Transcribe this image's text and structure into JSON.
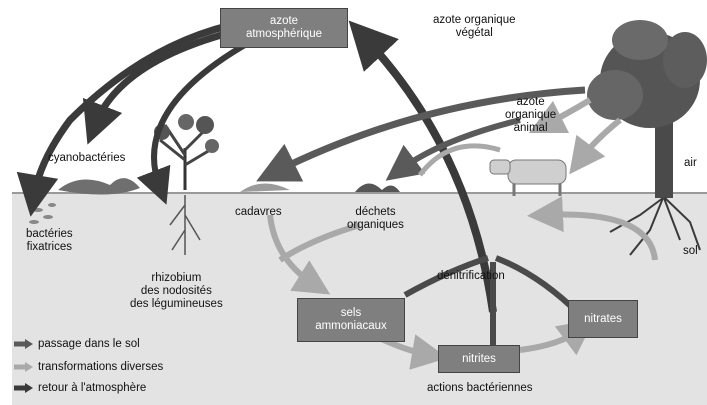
{
  "colors": {
    "sky": "#ffffff",
    "soil": "#e3e3e3",
    "box": "#7f7f7f",
    "arrow_dark": "#3a3a3a",
    "arrow_mid": "#5a5a5a",
    "arrow_light": "#a9a9a9",
    "tree": "#4a4a4a"
  },
  "boxes": {
    "atm": [
      "azote",
      "atmosphérique"
    ],
    "sels": [
      "sels",
      "ammoniacaux"
    ],
    "nitrites": "nitrites",
    "nitrates": "nitrates"
  },
  "labels": {
    "veg": [
      "azote organique",
      "végétal"
    ],
    "animal": [
      "azote",
      "organique",
      "animal"
    ],
    "air": "air",
    "sol": "sol",
    "cyano": "cyanobactéries",
    "bact": [
      "bactéries",
      "fixatrices"
    ],
    "rhizo": [
      "rhizobium",
      "des nodosités",
      "des légumineuses"
    ],
    "cadavres": "cadavres",
    "dechets": [
      "déchets",
      "organiques"
    ],
    "denit": "dénitrification",
    "actions": "actions bactériennes"
  },
  "legend": [
    {
      "label": "passage dans le sol",
      "icon": "arrow-mid-icon"
    },
    {
      "label": "transformations diverses",
      "icon": "arrow-light-icon"
    },
    {
      "label": "retour à l'atmosphère",
      "icon": "arrow-dark-icon"
    }
  ]
}
